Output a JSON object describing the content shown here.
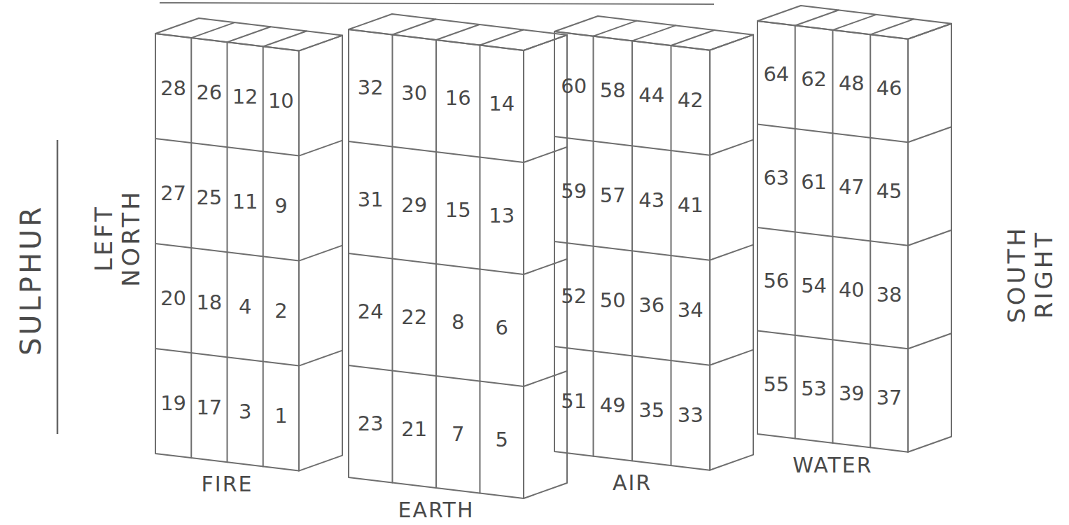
{
  "diagram": {
    "nodes": [
      {
        "text": [
          "FIRE"
        ]
      },
      {
        "text": [
          "EARTH"
        ]
      },
      {
        "text": [
          "AIR"
        ]
      },
      {
        "text": [
          "WATER"
        ]
      }
    ],
    "labels": [
      "SULPHUR",
      "LEFT NORTH",
      "28",
      "26",
      "12",
      "10",
      "27",
      "25",
      "11",
      "9",
      "20",
      "18",
      "4",
      "2",
      "19",
      "17",
      "3",
      "1",
      "32",
      "30",
      "16",
      "14",
      "31",
      "29",
      "15",
      "13",
      "24",
      "22",
      "8",
      "6",
      "23",
      "21",
      "7",
      "5",
      "60",
      "58",
      "44",
      "42",
      "59",
      "57",
      "43",
      "41",
      "52",
      "50",
      "36",
      "34",
      "51",
      "49",
      "35",
      "33",
      "64",
      "62",
      "48",
      "46",
      "63",
      "61",
      "47",
      "45",
      "56",
      "54",
      "40",
      "38",
      "55",
      "53",
      "39",
      "37",
      "SOUTH RIGHT"
    ]
  }
}
